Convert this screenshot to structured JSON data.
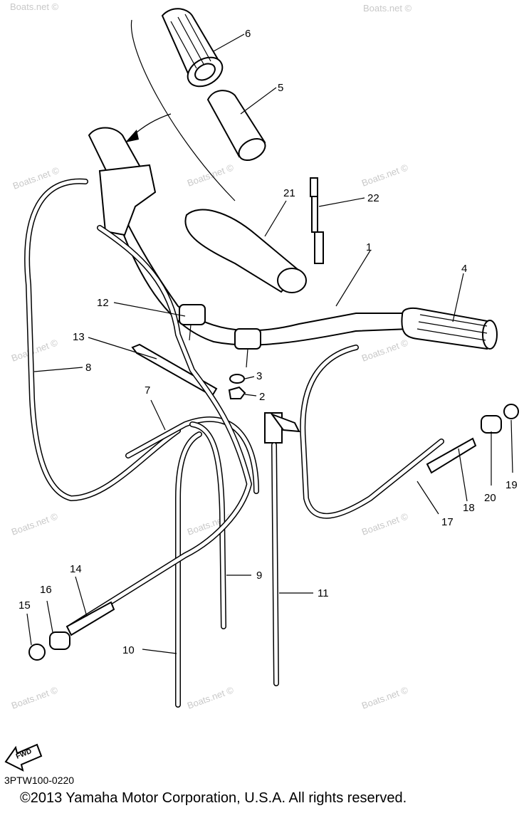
{
  "watermark": "Boats.net ©",
  "catalog_code": "3PTW100-0220",
  "copyright": "©2013 Yamaha Motor Corporation, U.S.A. All rights reserved.",
  "fwd_label": "FWD",
  "callouts": [
    "1",
    "2",
    "3",
    "4",
    "5",
    "6",
    "7",
    "8",
    "9",
    "10",
    "11",
    "12",
    "13",
    "14",
    "15",
    "16",
    "17",
    "18",
    "19",
    "20",
    "21",
    "22"
  ],
  "parts": [
    {
      "ref": "1",
      "desc": "handlebar"
    },
    {
      "ref": "2",
      "desc": "nut"
    },
    {
      "ref": "3",
      "desc": "washer"
    },
    {
      "ref": "4",
      "desc": "grip"
    },
    {
      "ref": "5",
      "desc": "grip sleeve"
    },
    {
      "ref": "6",
      "desc": "grip"
    },
    {
      "ref": "7",
      "desc": "cable"
    },
    {
      "ref": "8",
      "desc": "cable"
    },
    {
      "ref": "9",
      "desc": "cable"
    },
    {
      "ref": "10",
      "desc": "cable"
    },
    {
      "ref": "11",
      "desc": "cable"
    },
    {
      "ref": "12",
      "desc": "handlebar holder"
    },
    {
      "ref": "13",
      "desc": "cable band"
    },
    {
      "ref": "14",
      "desc": "adjuster"
    },
    {
      "ref": "15",
      "desc": "cap"
    },
    {
      "ref": "16",
      "desc": "cover"
    },
    {
      "ref": "17",
      "desc": "cable"
    },
    {
      "ref": "18",
      "desc": "adjuster"
    },
    {
      "ref": "19",
      "desc": "cap"
    },
    {
      "ref": "20",
      "desc": "cover"
    },
    {
      "ref": "21",
      "desc": "pad"
    },
    {
      "ref": "22",
      "desc": "band"
    }
  ]
}
